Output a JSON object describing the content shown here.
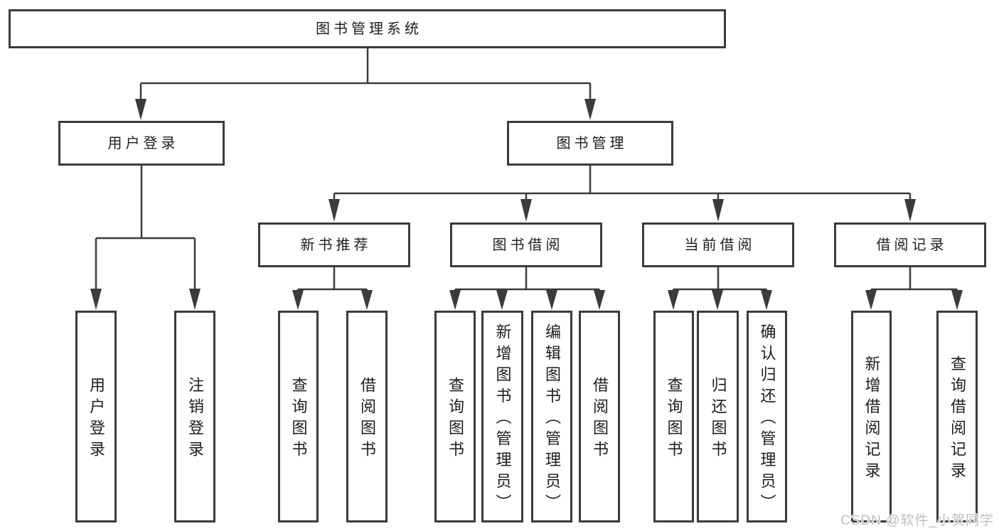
{
  "colors": {
    "line": "#3b3b3b",
    "text": "#1e1e1e",
    "background": "#ffffff",
    "watermark": "#bdbdbd"
  },
  "tree": {
    "root": {
      "label": "图书管理系统"
    },
    "branches": [
      {
        "label": "用户登录",
        "children": [
          {
            "label": "用户登录"
          },
          {
            "label": "注销登录"
          }
        ]
      },
      {
        "label": "图书管理",
        "sections": [
          {
            "label": "新书推荐",
            "children": [
              {
                "label": "查询图书"
              },
              {
                "label": "借阅图书"
              }
            ]
          },
          {
            "label": "图书借阅",
            "children": [
              {
                "label": "查询图书"
              },
              {
                "label": "新增图书（管理员）"
              },
              {
                "label": "编辑图书（管理员）"
              },
              {
                "label": "借阅图书"
              }
            ]
          },
          {
            "label": "当前借阅",
            "children": [
              {
                "label": "查询图书"
              },
              {
                "label": "归还图书"
              },
              {
                "label": "确认归还（管理员）"
              }
            ]
          },
          {
            "label": "借阅记录",
            "children": [
              {
                "label": "新增借阅记录"
              },
              {
                "label": "查询借阅记录"
              }
            ]
          }
        ]
      }
    ]
  },
  "watermark": {
    "text": "CSDN @软件_小贺同学"
  }
}
